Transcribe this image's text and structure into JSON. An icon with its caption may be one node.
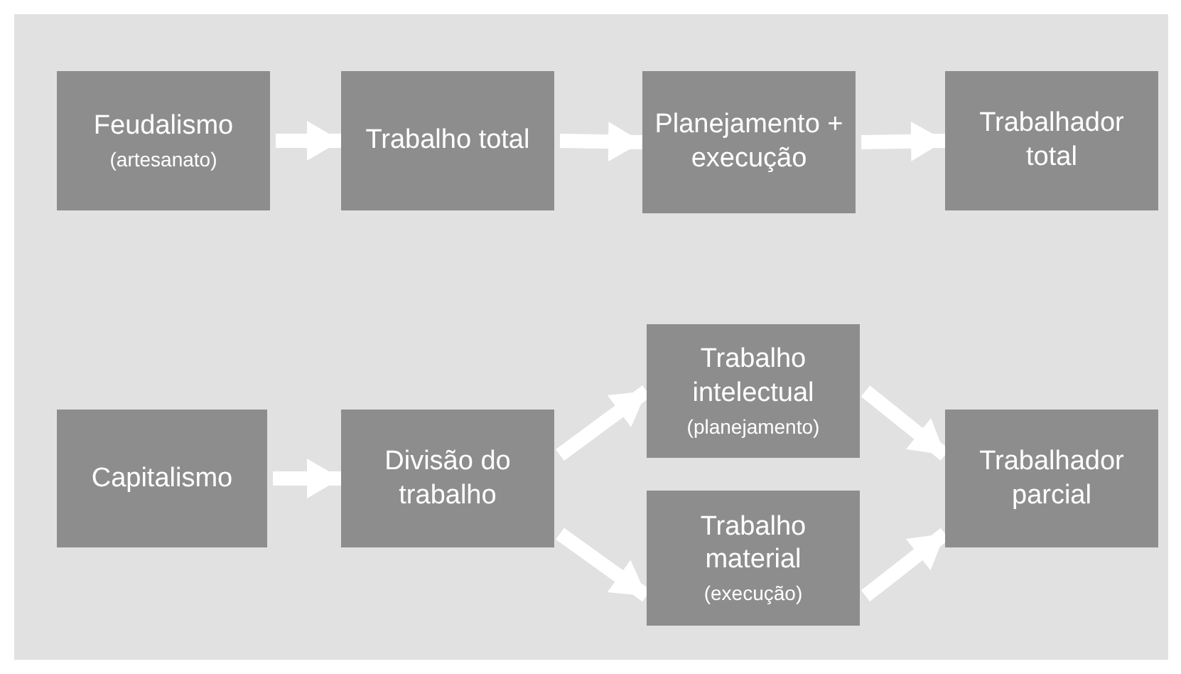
{
  "diagram": {
    "nodes": [
      {
        "text": [
          "Feudalismo",
          "(artesanato)"
        ]
      },
      {
        "text": [
          "Trabalho total"
        ]
      },
      {
        "text": [
          "Planejamento + execução"
        ]
      },
      {
        "text": [
          "Trabalhador total"
        ]
      },
      {
        "text": [
          "Capitalismo"
        ]
      },
      {
        "text": [
          "Divisão do trabalho"
        ]
      },
      {
        "text": [
          "Trabalho intelectual",
          "(planejamento)"
        ]
      },
      {
        "text": [
          "Trabalho material",
          "(execução)"
        ]
      },
      {
        "text": [
          "Trabalhador parcial"
        ]
      }
    ],
    "edges": [
      {
        "from": 0,
        "to": 1,
        "arrow": "to"
      },
      {
        "from": 1,
        "to": 2,
        "arrow": "to"
      },
      {
        "from": 2,
        "to": 3,
        "arrow": "to"
      },
      {
        "from": 4,
        "to": 5,
        "arrow": "to"
      },
      {
        "from": 5,
        "to": 6,
        "arrow": "to"
      },
      {
        "from": 5,
        "to": 7,
        "arrow": "to"
      },
      {
        "from": 6,
        "to": 8,
        "arrow": "to"
      },
      {
        "from": 7,
        "to": 8,
        "arrow": "to"
      }
    ]
  }
}
